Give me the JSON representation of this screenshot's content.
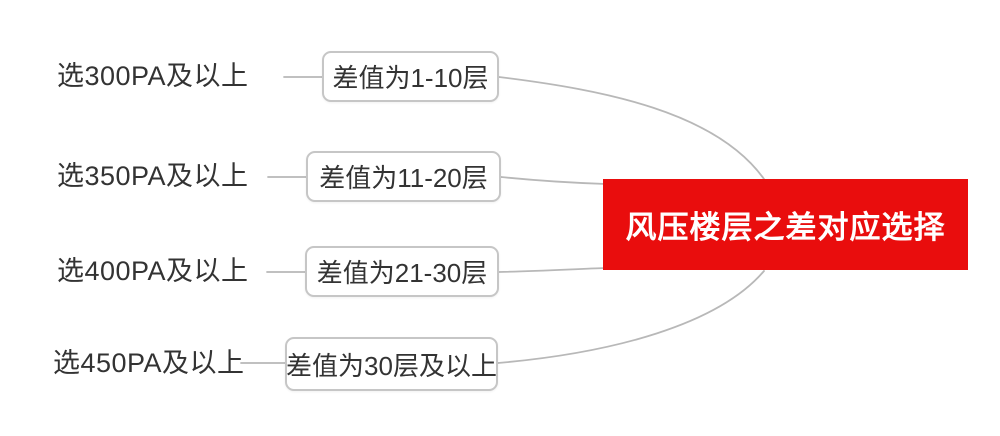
{
  "diagram": {
    "root": {
      "label": "风压楼层之差对应选择"
    },
    "branches": [
      {
        "label": "选300PA及以上",
        "node": "差值为1-10层"
      },
      {
        "label": "选350PA及以上",
        "node": "差值为11-20层"
      },
      {
        "label": "选400PA及以上",
        "node": "差值为21-30层"
      },
      {
        "label": "选450PA及以上",
        "node": "差值为30层及以上"
      }
    ],
    "colors": {
      "root_background": "#e90d0d",
      "root_text": "#ffffff",
      "node_border": "#c6c6c6",
      "node_background": "#ffffff",
      "connector_line": "#b8b8b8",
      "branch_text": "#333333",
      "page_background": "#ffffff"
    }
  }
}
